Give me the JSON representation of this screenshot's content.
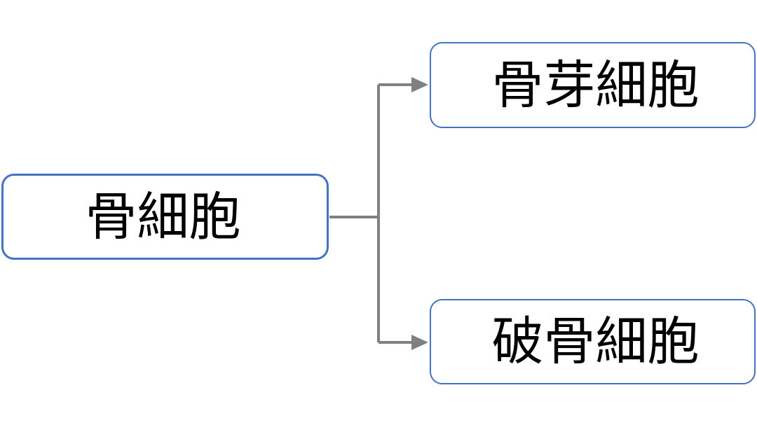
{
  "colors": {
    "node_border": "#4472C4",
    "connector": "#808080",
    "text": "#000000",
    "background": "#FFFFFF"
  },
  "diagram": {
    "root": {
      "label": "骨細胞"
    },
    "children": [
      {
        "label": "骨芽細胞"
      },
      {
        "label": "破骨細胞"
      }
    ]
  }
}
